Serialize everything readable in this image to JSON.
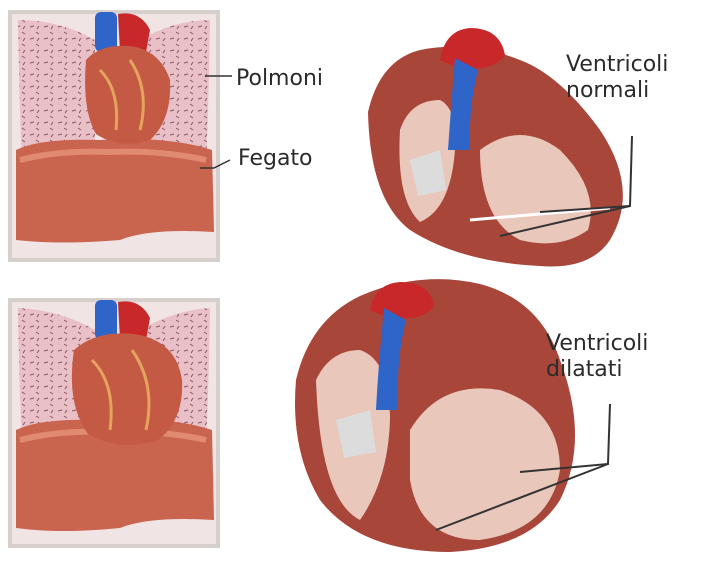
{
  "labels": {
    "lungs": "Polmoni",
    "liver": "Fegato",
    "normal_line1": "Ventricoli",
    "normal_line2": "normali",
    "dilated_line1": "Ventricoli",
    "dilated_line2": "dilatati"
  },
  "colors": {
    "lung": "#e7bcc4",
    "liver": "#c9644f",
    "aorta": "#c8282a",
    "vena": "#2f64c8",
    "muscle": "#a8463a",
    "chamber": "#e9c7bb",
    "leader": "#333333"
  }
}
